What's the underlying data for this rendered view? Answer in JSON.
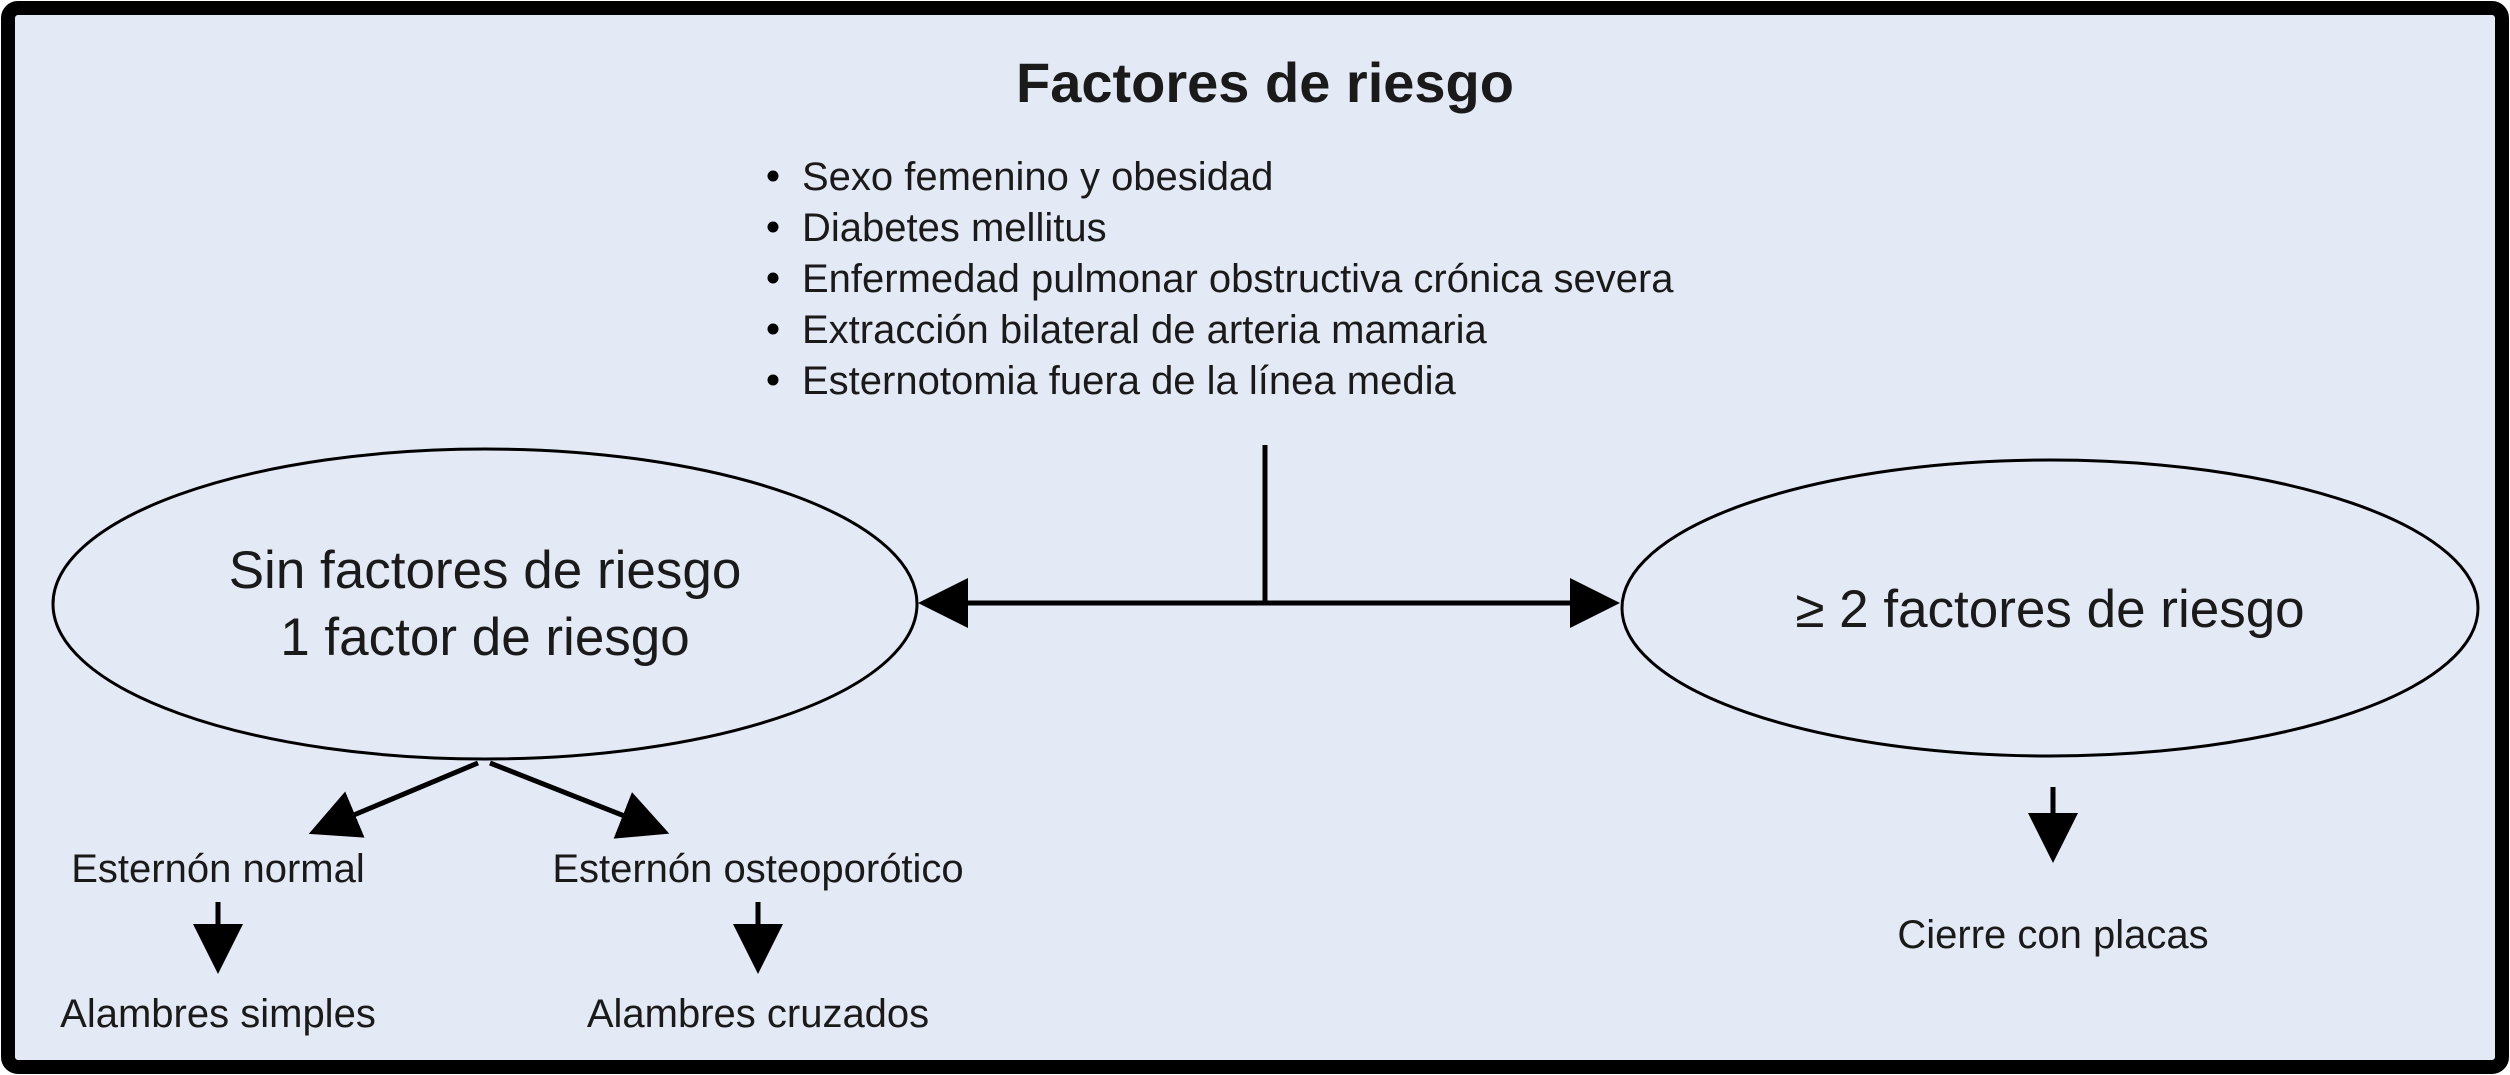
{
  "title": "Factores de riesgo",
  "risk_factors": [
    "Sexo femenino y obesidad",
    "Diabetes mellitus",
    "Enfermedad pulmonar obstructiva crónica severa",
    "Extracción bilateral de arteria mamaria",
    "Esternotomia fuera de la línea media"
  ],
  "left_oval": {
    "line1": "Sin factores de riesgo",
    "line2": "1 factor de riesgo"
  },
  "right_oval": {
    "line1": "≥ 2 factores de riesgo"
  },
  "left_branch": {
    "normal_label": "Esternón normal",
    "normal_result": "Alambres simples",
    "osteo_label": "Esternón osteoporótico",
    "osteo_result": "Alambres cruzados"
  },
  "right_branch": {
    "result": "Cierre con placas"
  },
  "colors": {
    "panel_bg": "#e3e9f5",
    "border": "#000000",
    "line": "#000000"
  }
}
